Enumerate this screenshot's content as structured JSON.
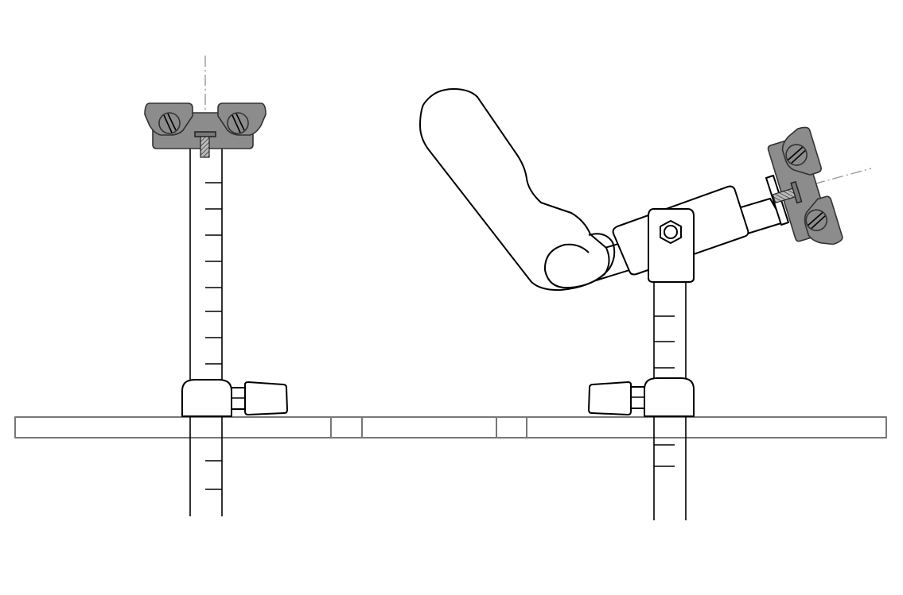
{
  "colors": {
    "line": "#000000",
    "clamp_fill": "#8c8c8c",
    "centerline": "#999999",
    "background": "#ffffff"
  },
  "parts": [
    "base-bar",
    "left-post",
    "right-post",
    "left-clamp-head",
    "right-clamp-head",
    "handle",
    "swivel-sleeve"
  ]
}
